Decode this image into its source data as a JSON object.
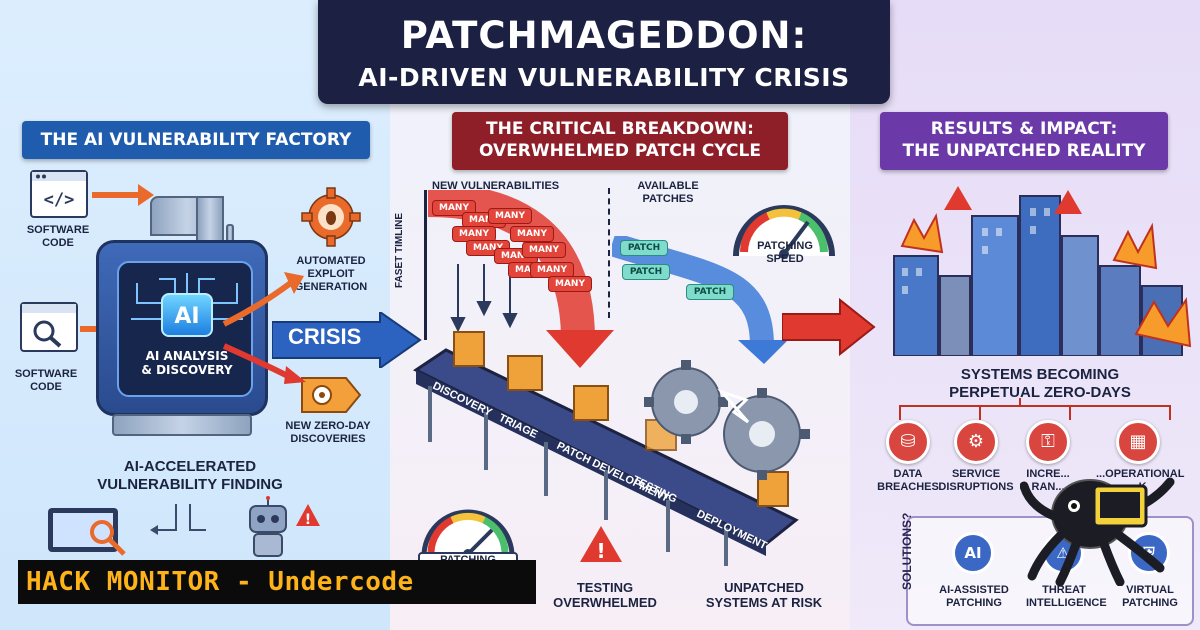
{
  "title": {
    "line1": "PATCHMAGEDDON:",
    "line2": "AI-DRIVEN VULNERABILITY CRISIS"
  },
  "left_panel": {
    "header": "THE AI VULNERABILITY FACTORY",
    "software_code_1": "SOFTWARE\nCODE",
    "software_code_2": "SOFTWARE\nCODE",
    "machine_chip": "AI",
    "machine_caption": "AI ANALYSIS\n& DISCOVERY",
    "automated_exploit": "AUTOMATED\nEXPLOIT\nGENERATION",
    "zero_day": "NEW ZERO-DAY\nDISCOVERIES",
    "crisis": "CRISIS",
    "finding": "AI-ACCELERATED\nVULNERABILITY FINDING"
  },
  "mid_panel": {
    "header": "THE CRITICAL BREAKDOWN:\nOVERWHELMED PATCH CYCLE",
    "new_vulns": "NEW VULNERABILITIES",
    "available_patches": "AVAILABLE\nPATCHES",
    "faset_timeline": "FASET TIMLINE",
    "many_label": "MANY",
    "patch_label": "PATCH",
    "gauge_label": "PATCHING\nSPEED",
    "gauge2_label": "PATCHING SPEED",
    "stages": [
      "DISCOVERY",
      "TRIAGE",
      "PATCH DEVELOPMENT",
      "TESTING",
      "DEPLOYMENT"
    ],
    "testing": "TESTING\nOVERWHELMED",
    "unpatched": "UNPATCHED\nSYSTEMS AT RISK"
  },
  "right_panel": {
    "header": "RESULTS & IMPACT:\nTHE UNPATCHED REALITY",
    "perpetual": "SYSTEMS BECOMING\nPERPETUAL ZERO-DAYS",
    "impacts": [
      "DATA\nBREACHES",
      "SERVICE\nDISRUPTIONS",
      "INCRE...\nRAN...",
      "...OPERATIONAL\n...K"
    ],
    "solutions_label": "SOLUTIONS?",
    "solutions": [
      "AI-ASSISTED\nPATCHING",
      "THREAT\nINTELLIGENCE",
      "VIRTUAL\nPATCHING"
    ],
    "solution_icon_ai": "AI"
  },
  "watermark": "HACK MONITOR - Undercode",
  "colors": {
    "left_header": "#1f5cae",
    "mid_header": "#8e1e28",
    "right_header": "#6b3aa8",
    "title_bg": "#1c2143",
    "arrow_orange": "#e96a2a",
    "arrow_red": "#e0392f",
    "watermark_text": "#ffb31a"
  }
}
